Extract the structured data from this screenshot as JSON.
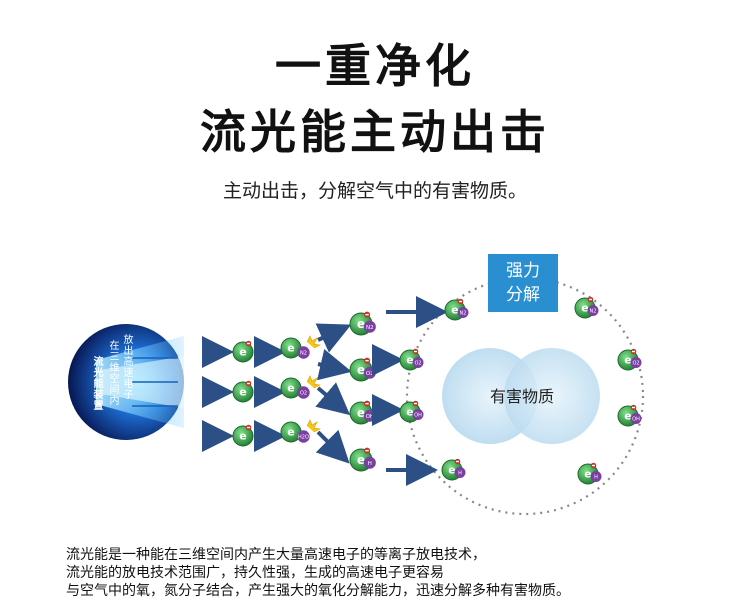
{
  "header": {
    "title_line1": "一重净化",
    "title_line2": "流光能主动出击",
    "subtitle": "主动出击，分解空气中的有害物质。"
  },
  "diagram": {
    "device_label": "流光能装置",
    "device_text_1": "在三维空间内",
    "device_text_2": "放出高速电子",
    "badge_line1": "强力",
    "badge_line2": "分解",
    "center_label": "有害物质",
    "electron_symbol": "e",
    "molecules": [
      "N2",
      "O2",
      "H2O"
    ],
    "ions": [
      "N2",
      "O2",
      "OH",
      "H"
    ],
    "colors": {
      "electron": "#2fa046",
      "ion_tag": "#7a3fa0",
      "badge": "#2a8fd0",
      "arrow": "#2c4f86",
      "circle_fill": "#cfe6f5",
      "device_bg": "#0a1a5a",
      "ring": "#888888"
    }
  },
  "description": {
    "line1": "流光能是一种能在三维空间内产生大量高速电子的等离子放电技术，",
    "line2": "流光能的放电技术范围广，持久性强，生成的高速电子更容易",
    "line3": "与空气中的氧，氮分子结合，产生强大的氧化分解能力，迅速分解多种有害物质。"
  }
}
